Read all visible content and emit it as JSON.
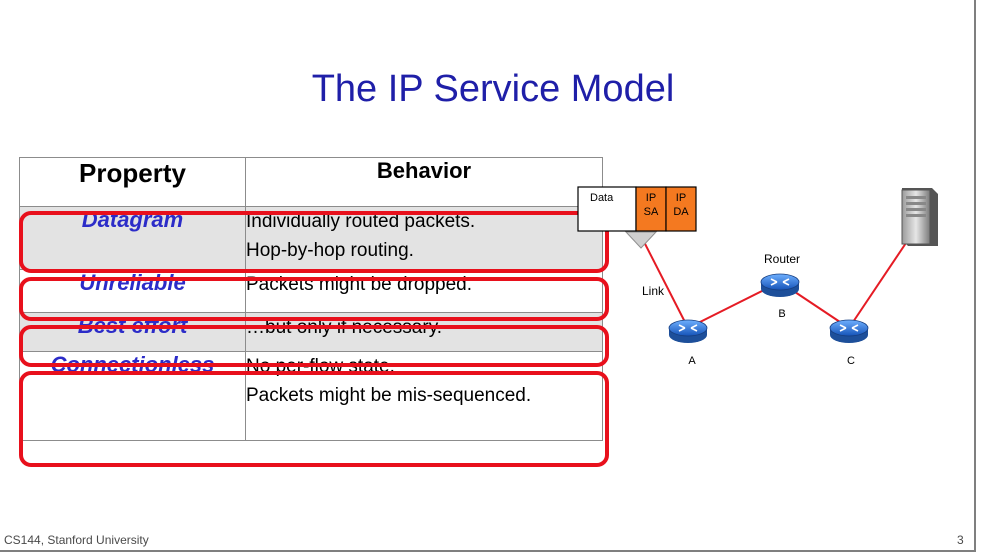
{
  "slide": {
    "title": "The IP Service Model",
    "footer": "CS144, Stanford University",
    "page_number": "3"
  },
  "table": {
    "headers": [
      "Property",
      "Behavior"
    ],
    "rows": [
      {
        "property": "Datagram",
        "behavior": [
          "Individually routed packets.",
          "Hop-by-hop routing."
        ],
        "highlighted": true
      },
      {
        "property": "Unreliable",
        "behavior": [
          "Packets might be dropped."
        ],
        "highlighted": true
      },
      {
        "property": "Best effort",
        "behavior": [
          "…but only if necessary."
        ],
        "highlighted": true
      },
      {
        "property": "Connectionless",
        "behavior": [
          "No per-flow state.",
          "Packets might be mis-sequenced."
        ],
        "highlighted": true
      }
    ]
  },
  "diagram": {
    "packet_fields": [
      "Data",
      "IP SA",
      "IP DA"
    ],
    "link_label": "Link",
    "router_label": "Router",
    "nodes": [
      "A",
      "B",
      "C"
    ],
    "icons": [
      "router-icon",
      "server-icon"
    ],
    "colors": {
      "link": "#e51b24",
      "header_field": "#f47920",
      "router": "#1e6fd0",
      "title": "#1f1fa8",
      "property": "#2c2cc8",
      "highlight": "#e8101c"
    }
  }
}
